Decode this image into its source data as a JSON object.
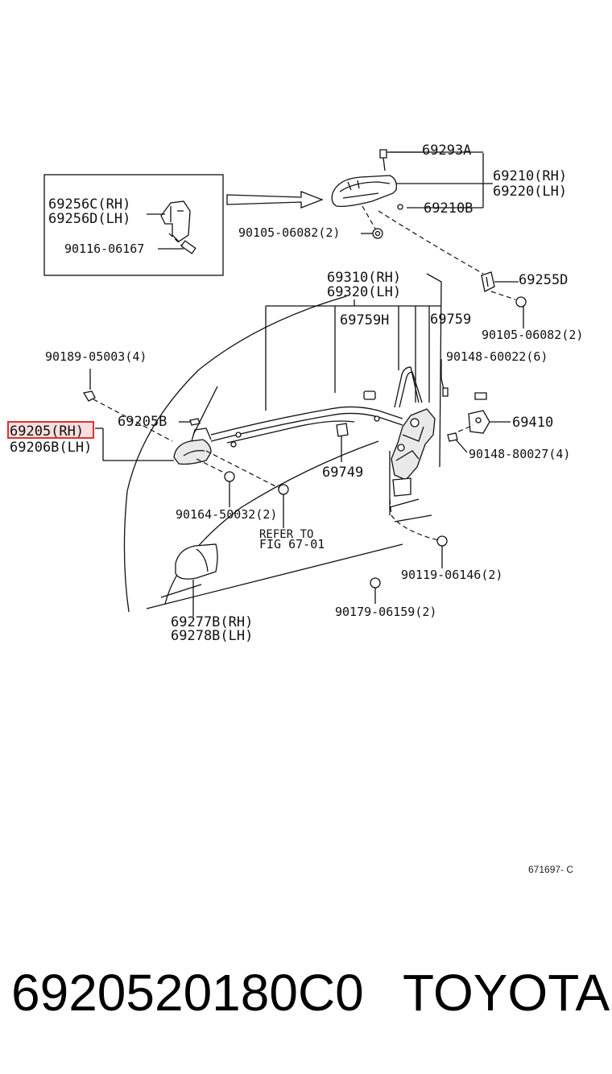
{
  "diagram": {
    "labels": {
      "p69293a": "69293A",
      "p69210_rh": "69210(RH)",
      "p69220_lh": "69220(LH)",
      "p69210b": "69210B",
      "p69256c_rh": "69256C(RH)",
      "p69256d_lh": "69256D(LH)",
      "p90116": "90116-06167",
      "p90105_top": "90105-06082(2)",
      "p69255d": "69255D",
      "p69310_rh": "69310(RH)",
      "p69320_lh": "69320(LH)",
      "p90105_right": "90105-06082(2)",
      "p69759h": "69759H",
      "p69759": "69759",
      "p90189": "90189-05003(4)",
      "p90148_600": "90148-60022(6)",
      "p69205_rh": "69205(RH)",
      "p69205b": "69205B",
      "p69206b_lh": "69206B(LH)",
      "p69410": "69410",
      "p90148_800": "90148-80027(4)",
      "p69749": "69749",
      "p90164": "90164-50032(2)",
      "refer_to": "REFER TO",
      "fig": "FIG 67-01",
      "p90119": "90119-06146(2)",
      "p90179": "90179-06159(2)",
      "p69277b_rh": "69277B(RH)",
      "p69278b_lh": "69278B(LH)"
    },
    "drawing_code": "671697- C",
    "highlighted_part": "69205(RH)"
  },
  "footer": {
    "part_number": "6920520180C0",
    "brand": "TOYOTA"
  }
}
